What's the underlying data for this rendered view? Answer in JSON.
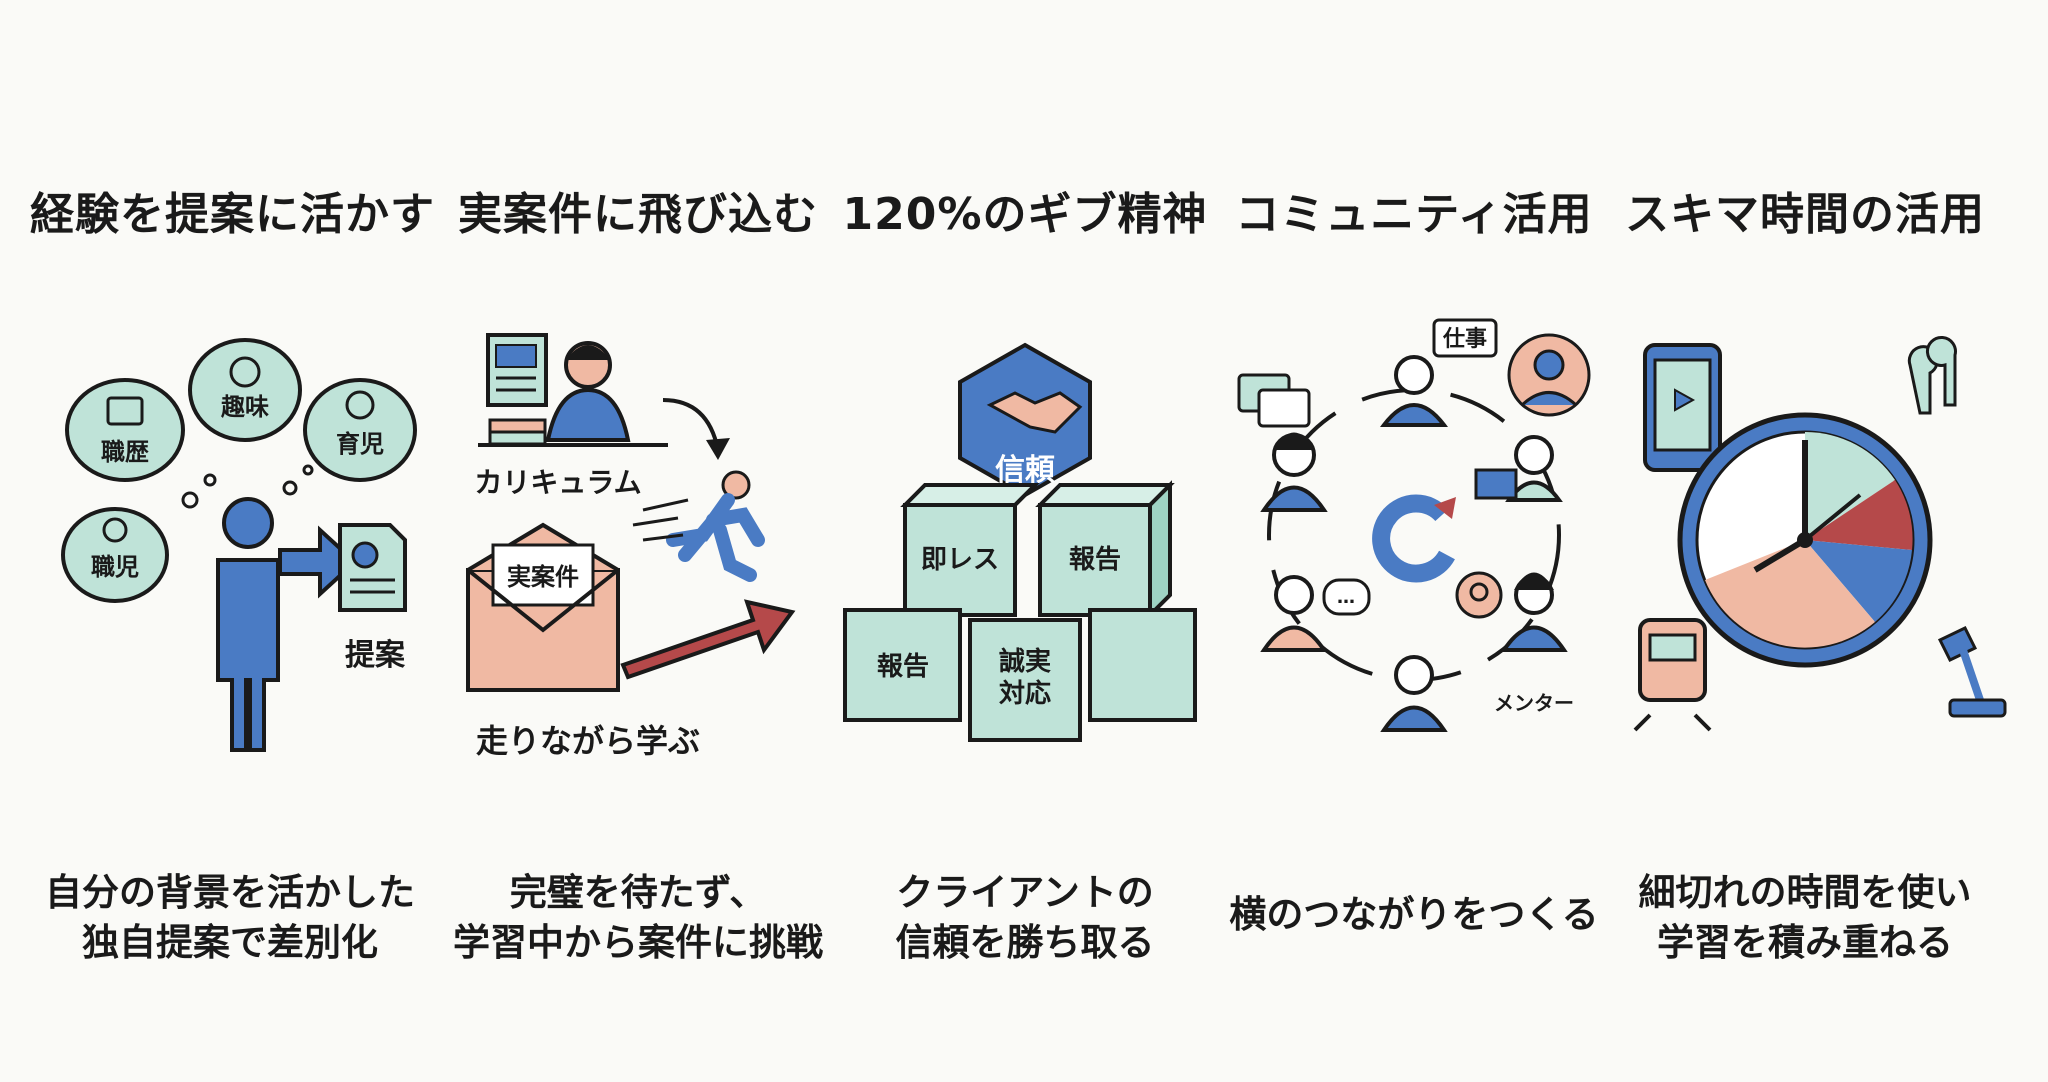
{
  "panels": [
    {
      "title": "経験を提案に活かす",
      "caption_line1": "自分の背景を活かした",
      "caption_line2": "独自提案で差別化",
      "labels": {
        "career": "職歴",
        "hobby": "趣味",
        "parenting": "育児",
        "ikuji2": "職児",
        "proposal": "提案"
      }
    },
    {
      "title": "実案件に飛び込む",
      "caption_line1": "完璧を待たず、",
      "caption_line2": "学習中から案件に挑戦",
      "labels": {
        "curriculum": "カリキュラム",
        "project": "実案件",
        "learn": "走りながら学ぶ"
      }
    },
    {
      "title": "120%のギブ精神",
      "caption_line1": "クライアントの",
      "caption_line2": "信頼を勝ち取る",
      "labels": {
        "trust": "信頼",
        "quick": "即レス",
        "report1": "報告",
        "report2": "報告",
        "honest1": "誠実",
        "honest2": "対応"
      }
    },
    {
      "title": "コミュニティ活用",
      "caption_line1": "横のつながりをつくる",
      "labels": {
        "work": "仕事",
        "mentor": "メンター"
      }
    },
    {
      "title": "スキマ時間の活用",
      "caption_line1": "細切れの時間を使い",
      "caption_line2": "学習を積み重ねる"
    }
  ],
  "colors": {
    "blue": "#4a7bc4",
    "mint": "#bfe3d8",
    "salmon": "#f0b9a3",
    "red": "#b5494a",
    "dark": "#1a1a1a",
    "bg": "#fafaf7"
  }
}
